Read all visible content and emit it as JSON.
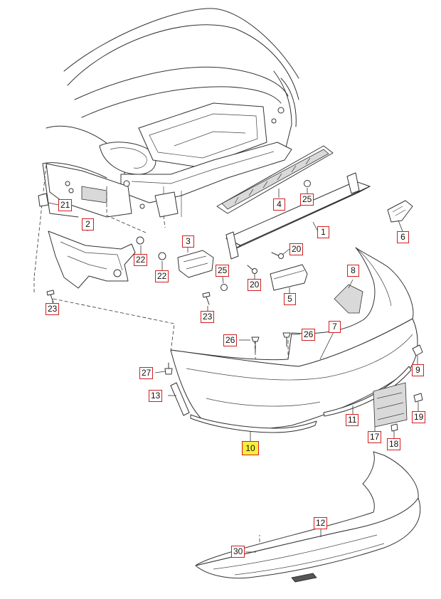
{
  "diagram": {
    "highlight_color": "#f7ef3a",
    "callout_border_color": "#d21e1e",
    "highlighted_callout": "10"
  },
  "callouts": {
    "c1": "1",
    "c2": "2",
    "c3": "3",
    "c4": "4",
    "c5": "5",
    "c6": "6",
    "c7": "7",
    "c8": "8",
    "c9": "9",
    "c10": "10",
    "c11": "11",
    "c12": "12",
    "c13": "13",
    "c17": "17",
    "c18": "18",
    "c19": "19",
    "c20a": "20",
    "c20b": "20",
    "c21": "21",
    "c22a": "22",
    "c22b": "22",
    "c23a": "23",
    "c23b": "23",
    "c25a": "25",
    "c25b": "25",
    "c26a": "26",
    "c26b": "26",
    "c27": "27",
    "c30": "30"
  }
}
